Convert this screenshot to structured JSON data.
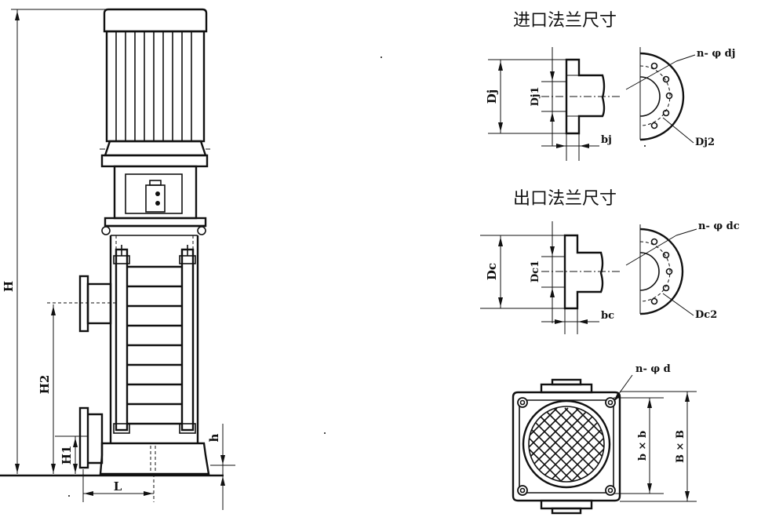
{
  "inlet_flange": {
    "title": "进口法兰尺寸",
    "labels": {
      "D": "Dj",
      "D1": "Dj1",
      "b": "bj",
      "holes": "n- φ dj",
      "D2": "Dj2"
    }
  },
  "outlet_flange": {
    "title": "出口法兰尺寸",
    "labels": {
      "D": "Dc",
      "D1": "Dc1",
      "b": "bc",
      "holes": "n- φ dc",
      "D2": "Dc2"
    }
  },
  "pump_elevation": {
    "labels": {
      "H": "H",
      "H1": "H1",
      "H2": "H2",
      "h": "h",
      "L": "L"
    }
  },
  "base_plan": {
    "labels": {
      "holes": "n- φ d",
      "bxb": "b × b",
      "BxB": "B × B"
    }
  }
}
